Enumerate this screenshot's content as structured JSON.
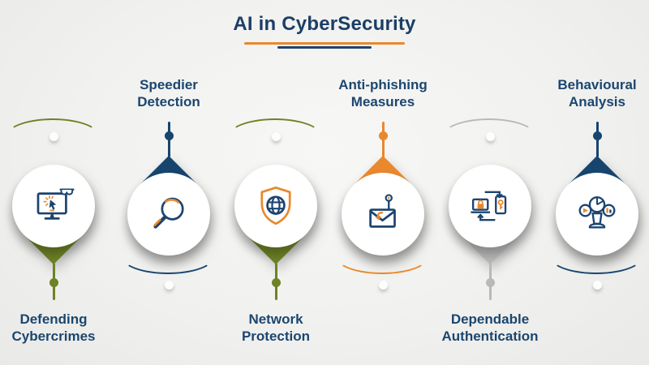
{
  "page": {
    "background": "#f1f1ef"
  },
  "header": {
    "title": "AI in CyberSecurity",
    "title_color": "#1b3e66",
    "underline_orange_color": "#e9882d",
    "underline_navy_color": "#1c4470"
  },
  "label_text_color": "#1b466f",
  "icon_stroke_navy": "#1c4470",
  "icon_accent_orange": "#e9882d",
  "items": [
    {
      "label": "Speedier Detection",
      "icon": "magnifier-search-icon",
      "color": "#17456e",
      "label_position": "top"
    },
    {
      "label": "Network Protection",
      "icon": "shield-globe-icon",
      "color": "#6d8226",
      "label_position": "bottom"
    },
    {
      "label": "Anti-phishing Measures",
      "icon": "phishing-hook-mail-icon",
      "color": "#e9882d",
      "label_position": "top"
    },
    {
      "label": "Dependable Authentication",
      "icon": "device-sync-lock-icon",
      "color": "#b9b9b9",
      "label_position": "bottom"
    },
    {
      "label": "Behavioural Analysis",
      "icon": "user-analytics-charts-icon",
      "color": "#17456e",
      "label_position": "top"
    },
    {
      "label": "Defending Cybercrimes",
      "icon": "monitor-click-thief-icon",
      "color": "#6d8226",
      "label_position": "bottom"
    }
  ]
}
